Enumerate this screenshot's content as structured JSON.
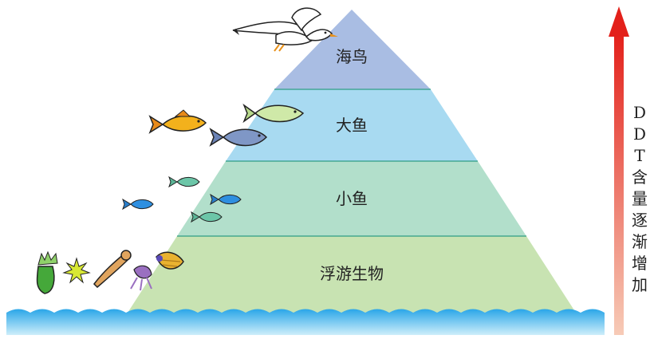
{
  "pyramid": {
    "levels": [
      {
        "label": "海鸟",
        "color": "#a9bde3"
      },
      {
        "label": "大鱼",
        "color": "#a8daf1"
      },
      {
        "label": "小鱼",
        "color": "#b2dfcb"
      },
      {
        "label": "浮游生物",
        "color": "#c8e3b2"
      }
    ],
    "divider_color": "#2f9e86"
  },
  "side_label": {
    "chars": [
      "D",
      "D",
      "T",
      "含",
      "量",
      "逐",
      "渐",
      "增",
      "加"
    ]
  },
  "arrow": {
    "top_color": "#e3201a",
    "bottom_color": "#f7cbb7"
  },
  "water": {
    "top_color": "#2aa6e8",
    "bottom_color": "#cdeefa"
  }
}
